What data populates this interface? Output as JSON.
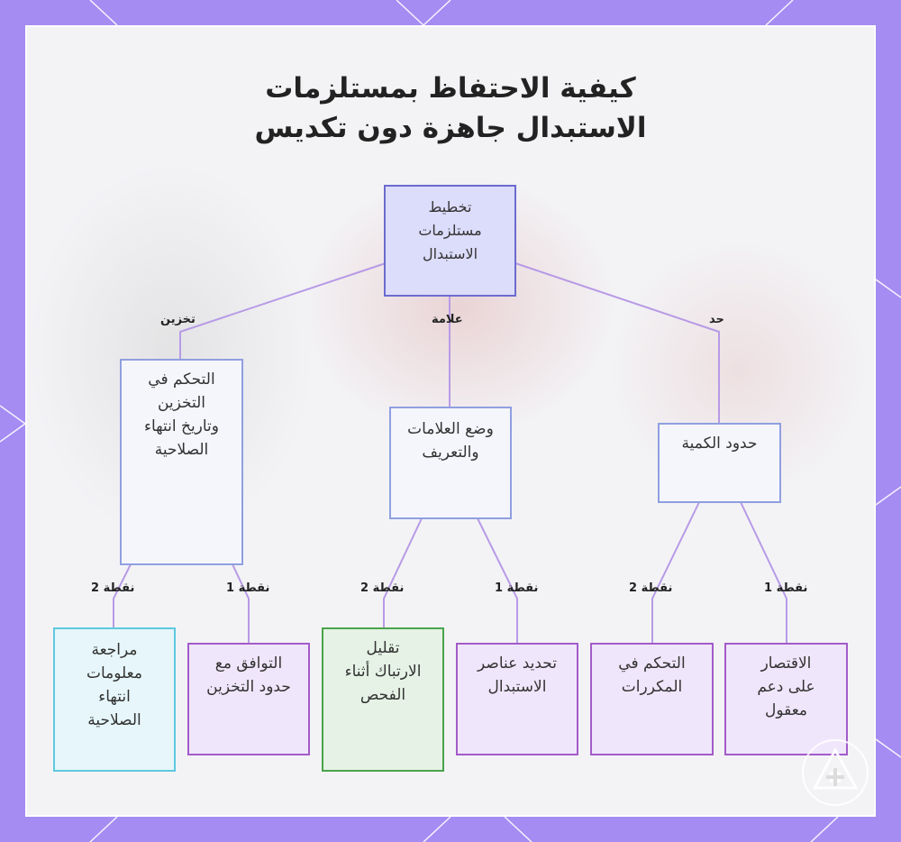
{
  "title": {
    "line1": "كيفية الاحتفاظ بمستلزمات",
    "line2": "الاستبدال جاهزة دون تكديس"
  },
  "colors": {
    "frame": "#a48cf2",
    "panel": "#f3f3f6",
    "root_fill": "#dcdcfb",
    "root_border": "#6b6bcf",
    "mid_fill": "#f5f6fc",
    "mid_border": "#8f9fe0",
    "leaf_purple_fill": "#f0e6fb",
    "leaf_purple_border": "#a35bc9",
    "leaf_green_fill": "#e5f2e5",
    "leaf_green_border": "#4aa34a",
    "leaf_cyan_fill": "#e6f6fa",
    "leaf_cyan_border": "#5ec9df",
    "connector": "#b89ae6"
  },
  "diagram": {
    "root": "تخطيط مستلزمات الاستبدال",
    "branches": [
      {
        "label": "تخزين",
        "node": "التحكم في التخزين وتاريخ انتهاء الصلاحية",
        "children": [
          {
            "label": "نقطة 1",
            "node": "التوافق مع حدود التخزين"
          },
          {
            "label": "نقطة 2",
            "node": "مراجعة معلومات انتهاء الصلاحية"
          }
        ]
      },
      {
        "label": "علامة",
        "node": "وضع العلامات والتعريف",
        "children": [
          {
            "label": "نقطة 1",
            "node": "تحديد عناصر الاستبدال"
          },
          {
            "label": "نقطة 2",
            "node": "تقليل الارتباك أثناء الفحص"
          }
        ]
      },
      {
        "label": "حد",
        "node": "حدود الكمية",
        "children": [
          {
            "label": "نقطة 1",
            "node": "الاقتصار على دعم معقول"
          },
          {
            "label": "نقطة 2",
            "node": "التحكم في المكررات"
          }
        ]
      }
    ]
  }
}
